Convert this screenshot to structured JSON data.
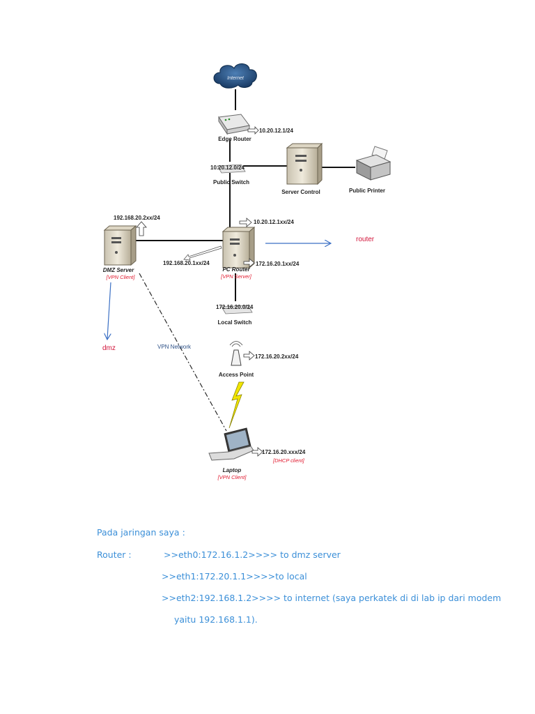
{
  "diagram": {
    "internet": "Internet",
    "edge_router": "Edge Router",
    "edge_router_ip": "10.20.12.1/24",
    "public_switch_ip": "10.20.12.0/24",
    "public_switch": "Public Switch",
    "server_control": "Server Control",
    "public_printer": "Public Printer",
    "dmz_server_ip": "192.168.20.2xx/24",
    "dmz_server": "DMZ Server",
    "dmz_server_role": "[VPN Client]",
    "pc_router_ip_public": "10.20.12.1xx/24",
    "pc_router_ip_dmz": "192.168.20.1xx/24",
    "pc_router_ip_local": "172.16.20.1xx/24",
    "pc_router": "PC Router",
    "pc_router_role": "[VPN Server]",
    "local_switch_ip": "172.16.20.0/24",
    "local_switch": "Local Switch",
    "vpn_network": "VPN Network",
    "access_point_ip": "172.16.20.2xx/24",
    "access_point": "Access Point",
    "laptop_ip": "172.16.20.xxx/24",
    "laptop_role_dhcp": "[DHCP client]",
    "laptop": "Laptop",
    "laptop_role_vpn": "[VPN Client]",
    "annotation_router": "router",
    "annotation_dmz": "dmz"
  },
  "notes": {
    "heading": "Pada jaringan saya  :",
    "router_label": "Router    :",
    "eth0": ">>eth0:172.16.1.2>>>> to dmz server",
    "eth1": ">>eth1:172.20.1.1>>>>to local",
    "eth2": ">>eth2:192.168.1.2>>>> to internet (saya perkatek di di lab ip dari modem",
    "eth2_cont": "yaitu 192.168.1.1)."
  },
  "colors": {
    "note_text": "#3b8fd8",
    "annotation_red": "#d2143a",
    "arrow_blue": "#3a6fc4",
    "cloud": "#1f4e79"
  }
}
